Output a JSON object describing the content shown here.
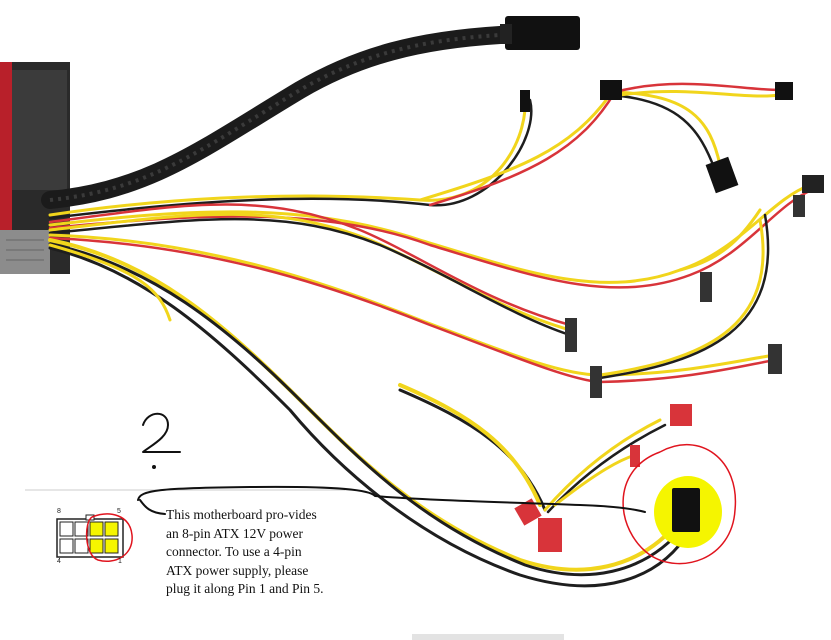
{
  "annotation": {
    "step_number": "2",
    "highlight_color": "#f5f500",
    "ring_color": "#e0141e",
    "marker_color": "#111111"
  },
  "connector_diagram": {
    "pin_labels": [
      "8",
      "5",
      "4",
      "1"
    ]
  },
  "manual_excerpt": {
    "text": "This motherboard pro-vides an 8-pin ATX 12V power connector. To use a 4-pin ATX power supply, please plug it along Pin 1 and Pin 5."
  },
  "colors": {
    "sleeve_black": "#1b1b1b",
    "wire_yellow": "#f1d51c",
    "wire_red": "#d8343a",
    "wire_black": "#1e1e1e",
    "psu_red_fan": "#b8202a"
  }
}
